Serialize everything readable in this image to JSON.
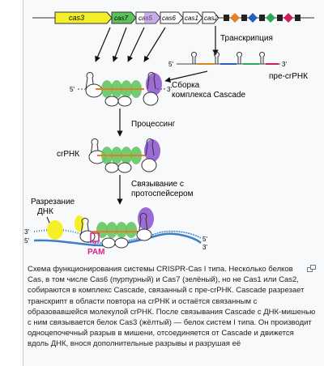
{
  "diagram": {
    "genes": [
      "cas3",
      "cas7",
      "cas5",
      "cas6",
      "cas1",
      "cas2"
    ],
    "labels": {
      "transcription": "Транскрипция",
      "pre_crrna": "пре-crРНК",
      "assembly_line1": "Сборка",
      "assembly_line2": "комплекса Cascade",
      "processing": "Процессинг",
      "crrna": "crРНК",
      "binding_line1": "Связывание с",
      "binding_line2": "протоспейсером",
      "dna_cut_line1": "Разрезание",
      "dna_cut_line2": "ДНК",
      "pam": "PAM",
      "five_prime": "5'",
      "three_prime": "3'"
    },
    "colors": {
      "cas3": "#f5ef2a",
      "cas7": "#5cc35a",
      "cas5": "#9b6cd6",
      "cas6": "#9b6cd6",
      "spacer": "#e67e22",
      "repeat": "#444444",
      "dna_blue": "#3b7fc4",
      "pam": "#e0208a"
    }
  },
  "caption": {
    "enlarge_icon": "enlarge-icon",
    "text": "Схема функционирования системы CRISPR-Cas I типа. Несколько белков Cas, в том числе Cas6 (пурпурный) и Cas7 (зелёный), но не Cas1 или Cas2, собираются в комплекс Cascade, связанный с пре-crРНК. Cascade разрезает транскрипт в области повтора на crРНК и остаётся связанным с образовавшейся молекулой crРНК. После связывания Cascade с ДНК-мишенью с ним связывается белок Cas3 (жёлтый) — белок систем I типа. Он производит одноцепочечный разрыв в мишени, отсоединяется от Cascade и движется вдоль ДНК, внося дополнительные разрывы и разрушая её"
  }
}
